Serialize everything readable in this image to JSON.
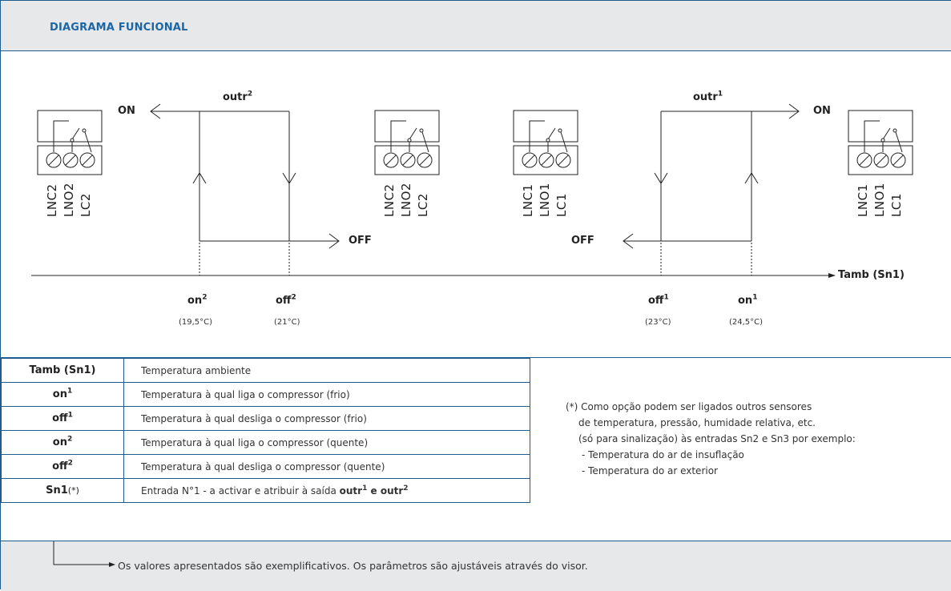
{
  "header": {
    "title": "DIAGRAMA FUNCIONAL"
  },
  "diagram": {
    "left": {
      "on_label": "ON",
      "off_label": "OFF",
      "outr": "outr",
      "outr_sup": "2",
      "relay_terminals": [
        "LNC2",
        "LNO2",
        "LC2"
      ]
    },
    "right": {
      "on_label": "ON",
      "off_label": "OFF",
      "outr": "outr",
      "outr_sup": "1",
      "relay_terminals": [
        "LNC1",
        "LNO1",
        "LC1"
      ]
    },
    "axis_label": "Tamb (Sn1)",
    "points": [
      {
        "name": "on",
        "sup": "2",
        "value": "(19,5°C)"
      },
      {
        "name": "off",
        "sup": "2",
        "value": "(21°C)"
      },
      {
        "name": "off",
        "sup": "1",
        "value": "(23°C)"
      },
      {
        "name": "on",
        "sup": "1",
        "value": "(24,5°C)"
      }
    ]
  },
  "legend": [
    {
      "symbol": "Tamb (Sn1)",
      "sup": "",
      "description": "Temperatura ambiente"
    },
    {
      "symbol": "on",
      "sup": "1",
      "description": "Temperatura à qual liga o compressor (frio)"
    },
    {
      "symbol": "off",
      "sup": "1",
      "description": "Temperatura à qual desliga o compressor (frio)"
    },
    {
      "symbol": "on",
      "sup": "2",
      "description": "Temperatura à qual liga o compressor (quente)"
    },
    {
      "symbol": "off",
      "sup": "2",
      "description": "Temperatura à qual desliga o compressor (quente)"
    },
    {
      "symbol": "Sn1",
      "suffix": "(*)",
      "description": "Entrada N°1 - a activar e atribuir à saída ",
      "desc_b1": "outr",
      "desc_b1_sup": "1",
      "desc_mid": " e ",
      "desc_b2": "outr",
      "desc_b2_sup": "2"
    }
  ],
  "note": {
    "lines": [
      "(*) Como opção podem ser ligados outros sensores",
      "de temperatura, pressão, humidade relativa, etc.",
      "(só para sinalização) às entradas Sn2 e Sn3 por exemplo:",
      "- Temperatura do ar de insuflação",
      "- Temperatura do ar exterior"
    ]
  },
  "footer": {
    "text": "Os valores apresentados são exemplificativos. Os parâmetros são ajustáveis através do visor."
  }
}
